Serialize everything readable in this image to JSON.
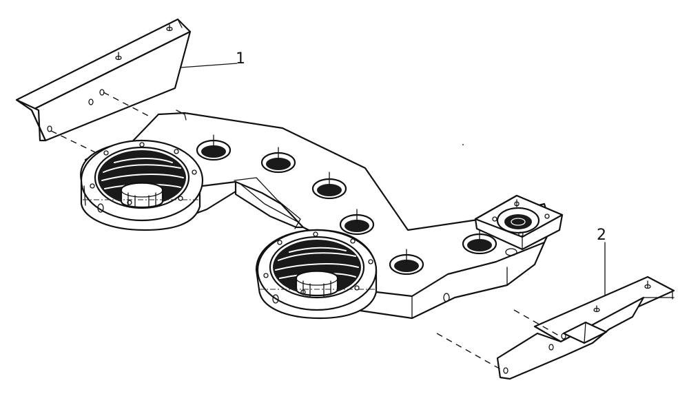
{
  "callouts": [
    {
      "id": "1",
      "text": "1"
    },
    {
      "id": "2",
      "text": "2"
    }
  ],
  "colors": {
    "ink": "#111111",
    "paper": "#ffffff"
  }
}
